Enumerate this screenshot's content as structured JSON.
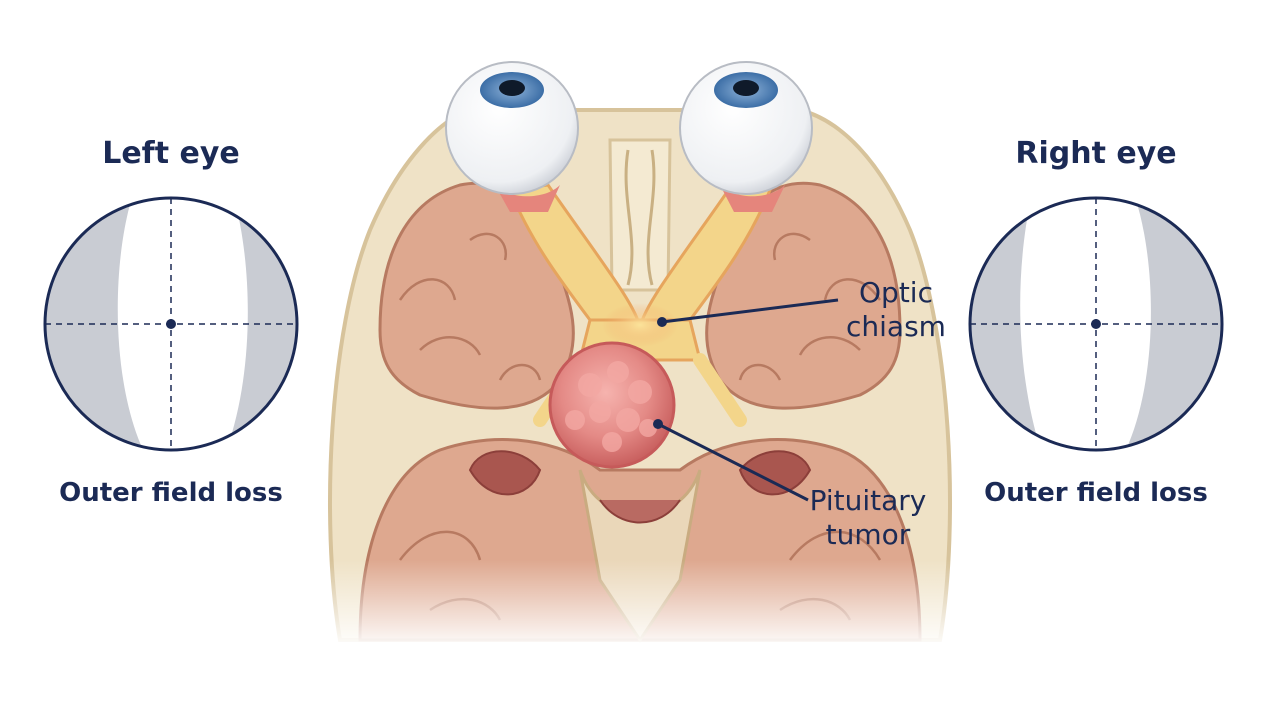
{
  "left_field": {
    "title": "Left eye",
    "caption": "Outer field loss",
    "lost_side": "temporal-left"
  },
  "right_field": {
    "title": "Right eye",
    "caption": "Outer field loss",
    "lost_side": "temporal-right"
  },
  "anatomy": {
    "labels": {
      "optic_chiasm_line1": "Optic",
      "optic_chiasm_line2": "chiasm",
      "pituitary_tumor_line1": "Pituitary",
      "pituitary_tumor_line2": "tumor"
    }
  },
  "colors": {
    "text": "#1b2a55",
    "field_outline": "#1b2a55",
    "field_loss": "#c9ccd3",
    "bone": "#efe2c6",
    "brain": "#dea88f",
    "tumor": "#e48a86",
    "optic_nerve": "#f3d58a"
  }
}
